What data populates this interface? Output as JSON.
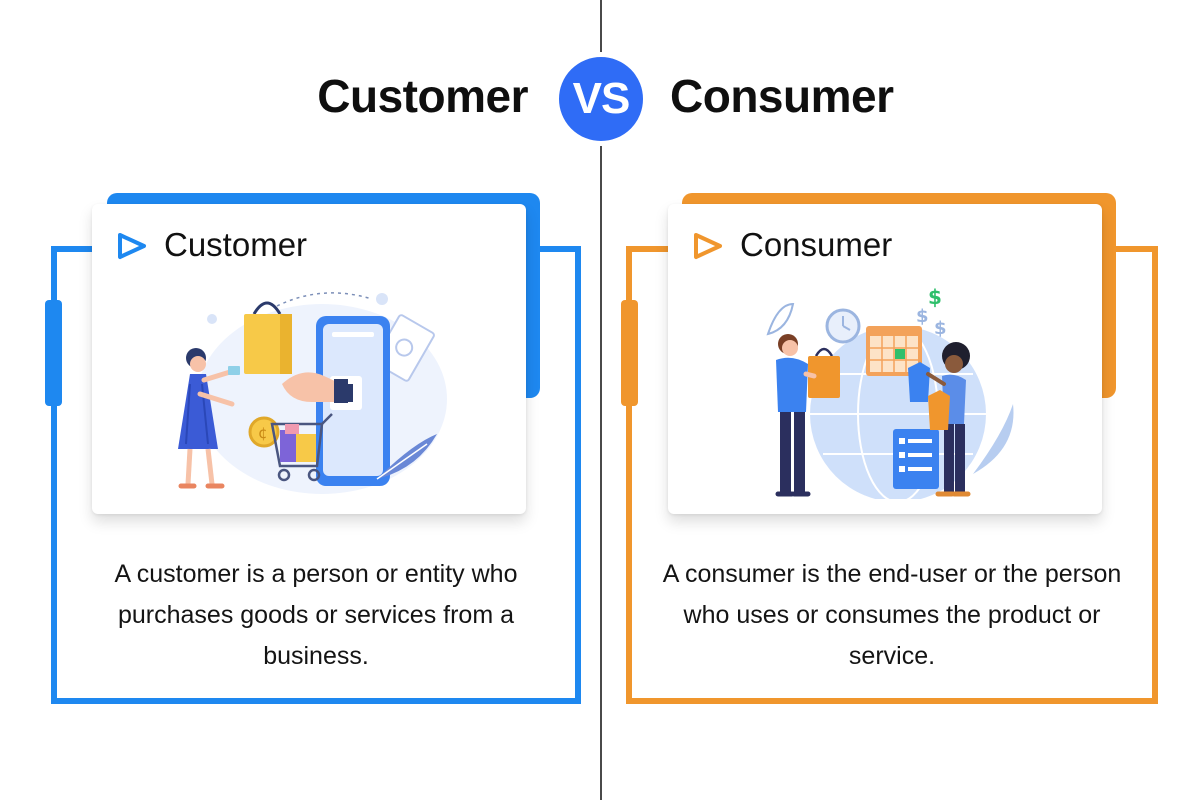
{
  "header": {
    "left_word": "Customer",
    "vs_label": "VS",
    "right_word": "Consumer"
  },
  "panels": [
    {
      "title": "Customer",
      "description": "A customer is a person or entity who purchases goods or services from a business.",
      "accent_color": "#1e88f0",
      "illustration_icon": "online-shopping-icon"
    },
    {
      "title": "Consumer",
      "description": "A consumer is the end-user or the person who uses or consumes the product or service.",
      "accent_color": "#f0962d",
      "illustration_icon": "product-usage-icon"
    }
  ],
  "colors": {
    "vs_badge": "#2f6cf6",
    "divider": "#4a4a4a",
    "text": "#111111"
  }
}
